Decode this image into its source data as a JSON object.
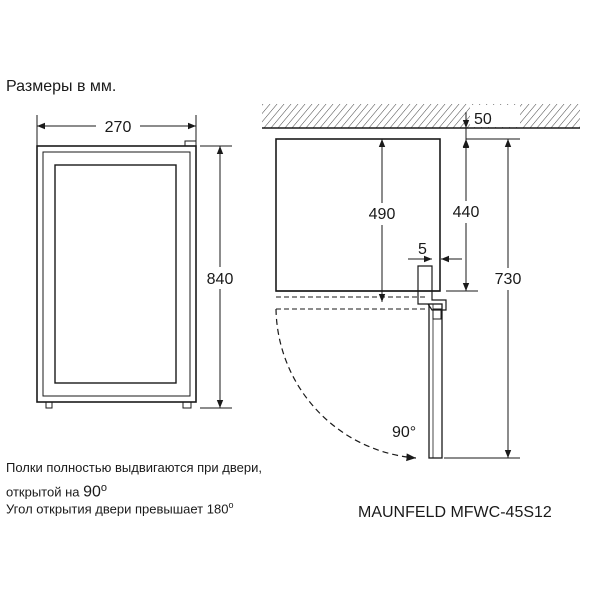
{
  "title": "Размеры в мм.",
  "dimensions": {
    "width": "270",
    "height": "840",
    "ceiling_gap": "50",
    "door_offset": "5",
    "depth_body": "490",
    "depth_to_hinge": "440",
    "depth_open_door": "730",
    "door_angle": "90°"
  },
  "notes": {
    "shelves_line1": "Полки полностью выдвигаются при двери,",
    "shelves_line2_prefix": "открытой на",
    "shelves_angle": "90",
    "shelves_angle_unit": "o",
    "door_opening_prefix": "Угол открытия двери превышает 180",
    "door_opening_unit": "o"
  },
  "model": "MAUNFELD MFWC-45S12"
}
